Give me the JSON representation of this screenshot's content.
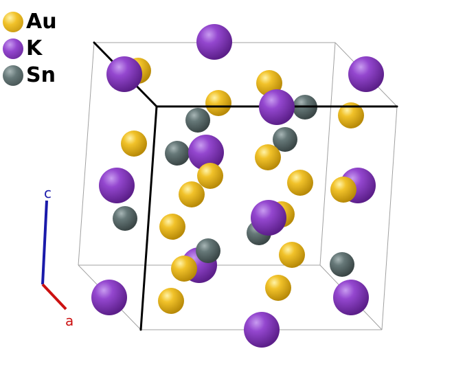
{
  "legend": [
    {
      "label": "Au",
      "color": "#e8b91c"
    },
    {
      "label": "K",
      "color": "#8e3fc6"
    },
    {
      "label": "Sn",
      "color": "#617373"
    }
  ],
  "axes": {
    "c": {
      "label": "c",
      "color": "#1a1aaa"
    },
    "a": {
      "label": "a",
      "color": "#cc1111"
    }
  }
}
